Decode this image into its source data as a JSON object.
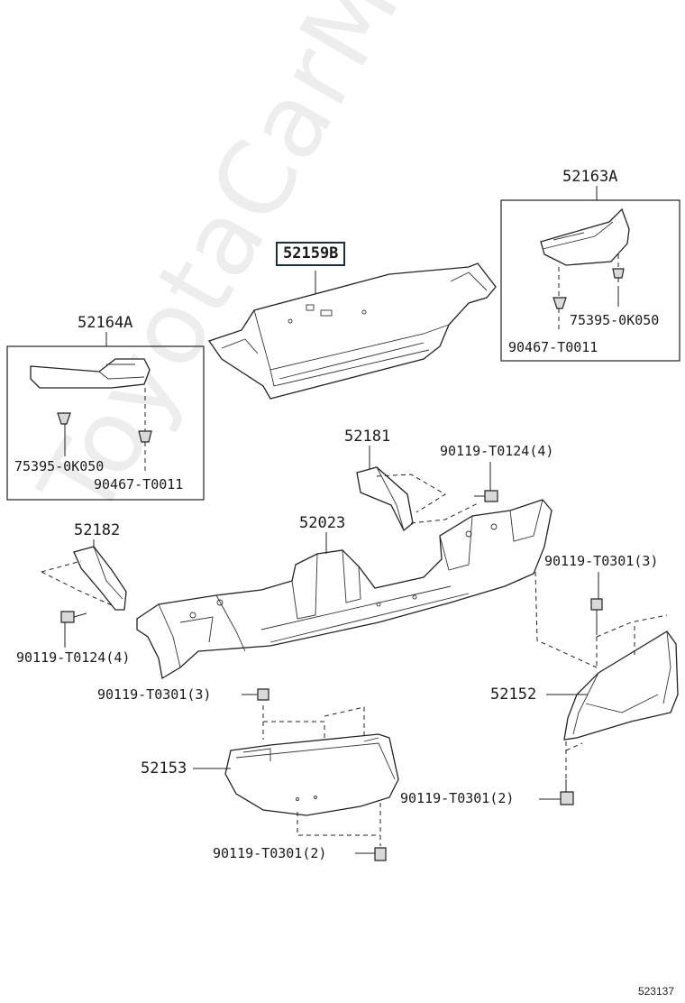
{
  "watermark": "ToyotaCarMine.ru",
  "diagram_code": "523137",
  "labels": {
    "p52159B": "52159B",
    "p52163A": "52163A",
    "p52164A": "52164A",
    "p75395_right": "75395-0K050",
    "p90467_right": "90467-T0011",
    "p75395_left": "75395-0K050",
    "p90467_left": "90467-T0011",
    "p52181": "52181",
    "p90119_T0124_top": "90119-T0124(4)",
    "p52182": "52182",
    "p52023": "52023",
    "p90119_T0124_left": "90119-T0124(4)",
    "p90119_T0301_right": "90119-T0301(3)",
    "p90119_T0301_left": "90119-T0301(3)",
    "p52152": "52152",
    "p52153": "52153",
    "p90119_T0301_br": "90119-T0301(2)",
    "p90119_T0301_bl": "90119-T0301(2)"
  }
}
